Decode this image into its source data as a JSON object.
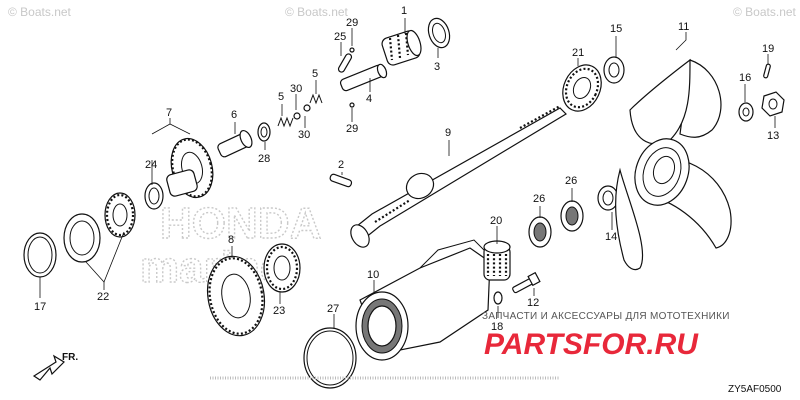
{
  "watermarks": [
    "© Boats.net",
    "© Boats.net",
    "© Boats.net"
  ],
  "brand_ghost": {
    "line1": "HONDA",
    "line2": "marine"
  },
  "callouts": [
    {
      "id": "p1",
      "label": "1"
    },
    {
      "id": "p2",
      "label": "2"
    },
    {
      "id": "p3",
      "label": "3"
    },
    {
      "id": "p4",
      "label": "4"
    },
    {
      "id": "p5a",
      "label": "5"
    },
    {
      "id": "p5b",
      "label": "5"
    },
    {
      "id": "p6",
      "label": "6"
    },
    {
      "id": "p7",
      "label": "7"
    },
    {
      "id": "p8",
      "label": "8"
    },
    {
      "id": "p9",
      "label": "9"
    },
    {
      "id": "p10",
      "label": "10"
    },
    {
      "id": "p11",
      "label": "11"
    },
    {
      "id": "p12",
      "label": "12"
    },
    {
      "id": "p13",
      "label": "13"
    },
    {
      "id": "p14",
      "label": "14"
    },
    {
      "id": "p15",
      "label": "15"
    },
    {
      "id": "p16",
      "label": "16"
    },
    {
      "id": "p17",
      "label": "17"
    },
    {
      "id": "p18",
      "label": "18"
    },
    {
      "id": "p19",
      "label": "19"
    },
    {
      "id": "p20",
      "label": "20"
    },
    {
      "id": "p21",
      "label": "21"
    },
    {
      "id": "p22",
      "label": "22"
    },
    {
      "id": "p23",
      "label": "23"
    },
    {
      "id": "p24",
      "label": "24"
    },
    {
      "id": "p25",
      "label": "25"
    },
    {
      "id": "p26",
      "label": "26"
    },
    {
      "id": "p27",
      "label": "27"
    },
    {
      "id": "p28",
      "label": "28"
    },
    {
      "id": "p29a",
      "label": "29"
    },
    {
      "id": "p29b",
      "label": "29"
    },
    {
      "id": "p30a",
      "label": "30"
    },
    {
      "id": "p30b",
      "label": "30"
    }
  ],
  "direction_marker": "FR.",
  "promo": {
    "tagline": "ЗАПЧАСТИ И АКСЕССУАРЫ ДЛЯ МОТОТЕХНИКИ",
    "site": "PARTSFOR.RU"
  },
  "diagram_code": "ZY5AF0500"
}
